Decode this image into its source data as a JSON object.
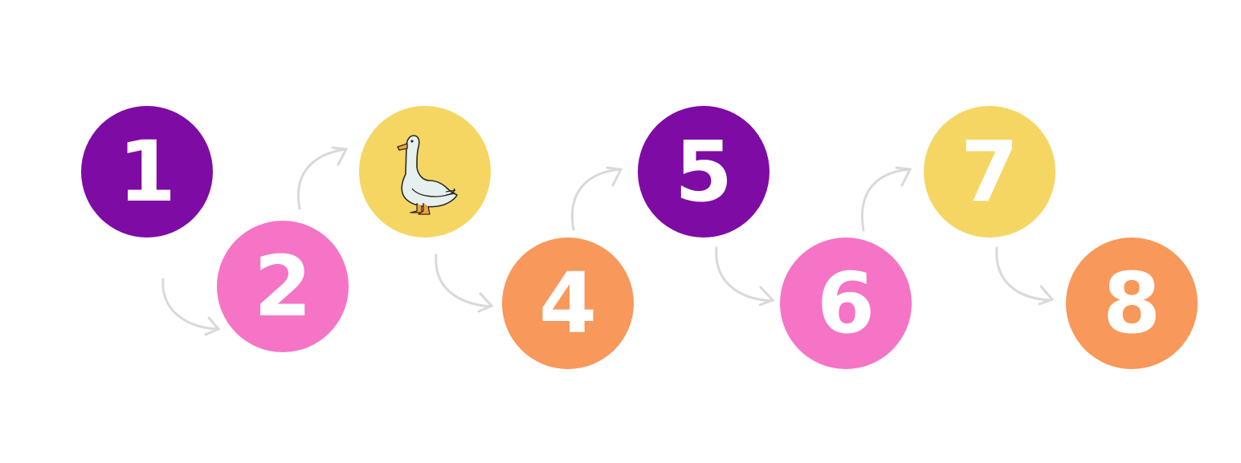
{
  "nodes": [
    {
      "label": "1",
      "color": "#7e0ba4"
    },
    {
      "label": "2",
      "color": "#f574c6"
    },
    {
      "label": "",
      "icon": "duck-icon",
      "color": "#f5d662"
    },
    {
      "label": "4",
      "color": "#f8985a"
    },
    {
      "label": "5",
      "color": "#7e0ba4"
    },
    {
      "label": "6",
      "color": "#f574c6"
    },
    {
      "label": "7",
      "color": "#f5d662"
    },
    {
      "label": "8",
      "color": "#f8985a"
    }
  ],
  "arrow_color": "#d9d9d9"
}
